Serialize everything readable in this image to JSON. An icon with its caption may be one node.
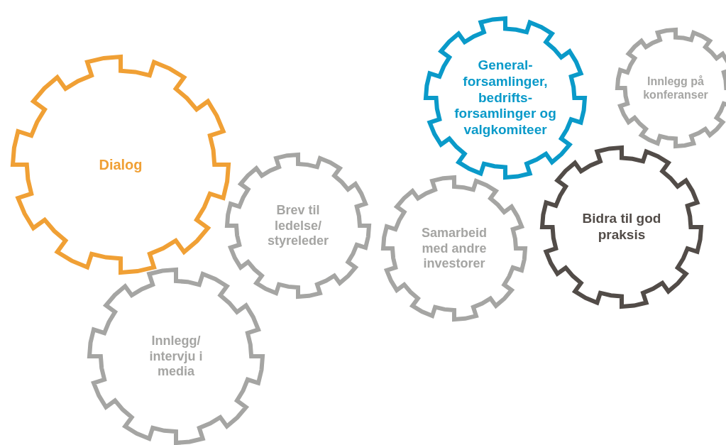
{
  "diagram": {
    "nodes": [
      {
        "text": [
          "Dialog"
        ]
      },
      {
        "text": [
          "General- forsamlinger, bedrifts- forsamlinger og valgkomiteer"
        ]
      },
      {
        "text": [
          "Innlegg på konferanser"
        ]
      },
      {
        "text": [
          "Brev til ledelse/ styreleder"
        ]
      },
      {
        "text": [
          "Samarbeid med andre investorer"
        ]
      },
      {
        "text": [
          "Bidra til god praksis"
        ]
      },
      {
        "text": [
          "Innlegg/ intervju i media"
        ]
      }
    ],
    "edges": []
  }
}
